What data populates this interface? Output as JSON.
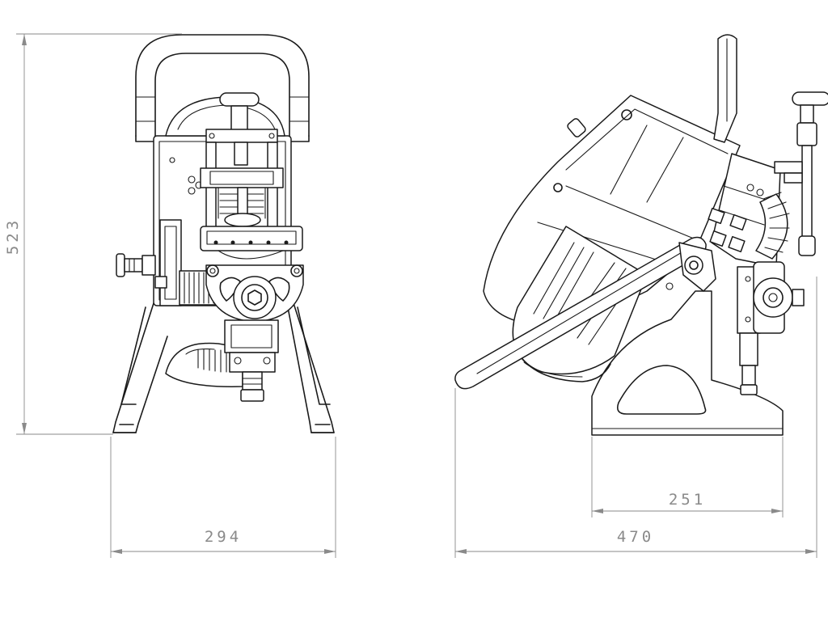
{
  "dimensions": {
    "height": "523",
    "front_width": "294",
    "side_width": "470",
    "base_length": "251"
  },
  "colors": {
    "line": "#1a1a1a",
    "dimension": "#8a8a8a",
    "background": "#ffffff"
  }
}
